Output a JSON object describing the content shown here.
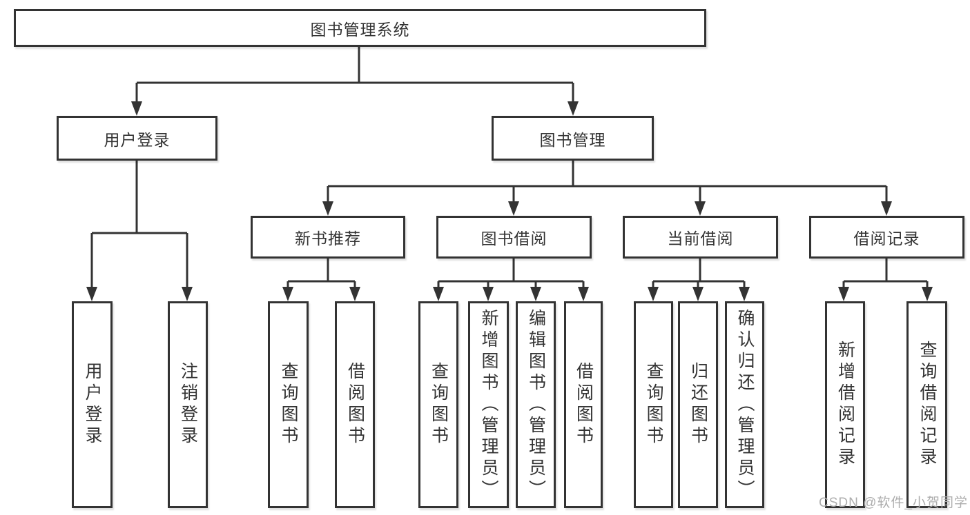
{
  "colors": {
    "line": "#333333",
    "border": "#333333",
    "text": "#333333",
    "background": "#ffffff",
    "watermark": "#adadad"
  },
  "watermark": "CSDN @软件_小贺同学",
  "diagram": {
    "root": {
      "label": "图书管理系统"
    },
    "branches": [
      {
        "label": "用户登录",
        "children": [
          {
            "label": "用户登录"
          },
          {
            "label": "注销登录"
          }
        ]
      },
      {
        "label": "图书管理",
        "children": [
          {
            "label": "新书推荐",
            "children": [
              {
                "label": "查询图书"
              },
              {
                "label": "借阅图书"
              }
            ]
          },
          {
            "label": "图书借阅",
            "children": [
              {
                "label": "查询图书"
              },
              {
                "label": "新增图书（管理员）"
              },
              {
                "label": "编辑图书（管理员）"
              },
              {
                "label": "借阅图书"
              }
            ]
          },
          {
            "label": "当前借阅",
            "children": [
              {
                "label": "查询图书"
              },
              {
                "label": "归还图书"
              },
              {
                "label": "确认归还（管理员）"
              }
            ]
          },
          {
            "label": "借阅记录",
            "children": [
              {
                "label": "新增借阅记录"
              },
              {
                "label": "查询借阅记录"
              }
            ]
          }
        ]
      }
    ]
  }
}
